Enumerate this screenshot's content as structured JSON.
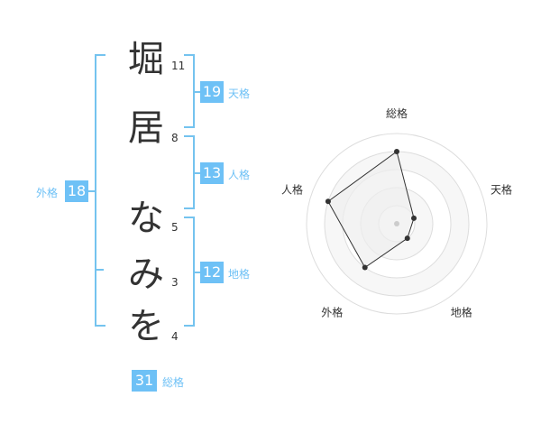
{
  "name": {
    "chars": [
      {
        "char": "堀",
        "strokes": "11"
      },
      {
        "char": "居",
        "strokes": "8"
      },
      {
        "char": "な",
        "strokes": "5"
      },
      {
        "char": "み",
        "strokes": "3"
      },
      {
        "char": "を",
        "strokes": "4"
      }
    ]
  },
  "fortune": {
    "tenkaku": {
      "value": "19",
      "label": "天格"
    },
    "jinkaku": {
      "value": "13",
      "label": "人格"
    },
    "chikaku": {
      "value": "12",
      "label": "地格"
    },
    "gaikaku": {
      "value": "18",
      "label": "外格"
    },
    "soukaku": {
      "value": "31",
      "label": "総格"
    }
  },
  "radar": {
    "axes": [
      "総格",
      "天格",
      "地格",
      "外格",
      "人格"
    ],
    "values": [
      4,
      1,
      1,
      3,
      4
    ],
    "max": 5,
    "accent": "#6ec1f6"
  }
}
